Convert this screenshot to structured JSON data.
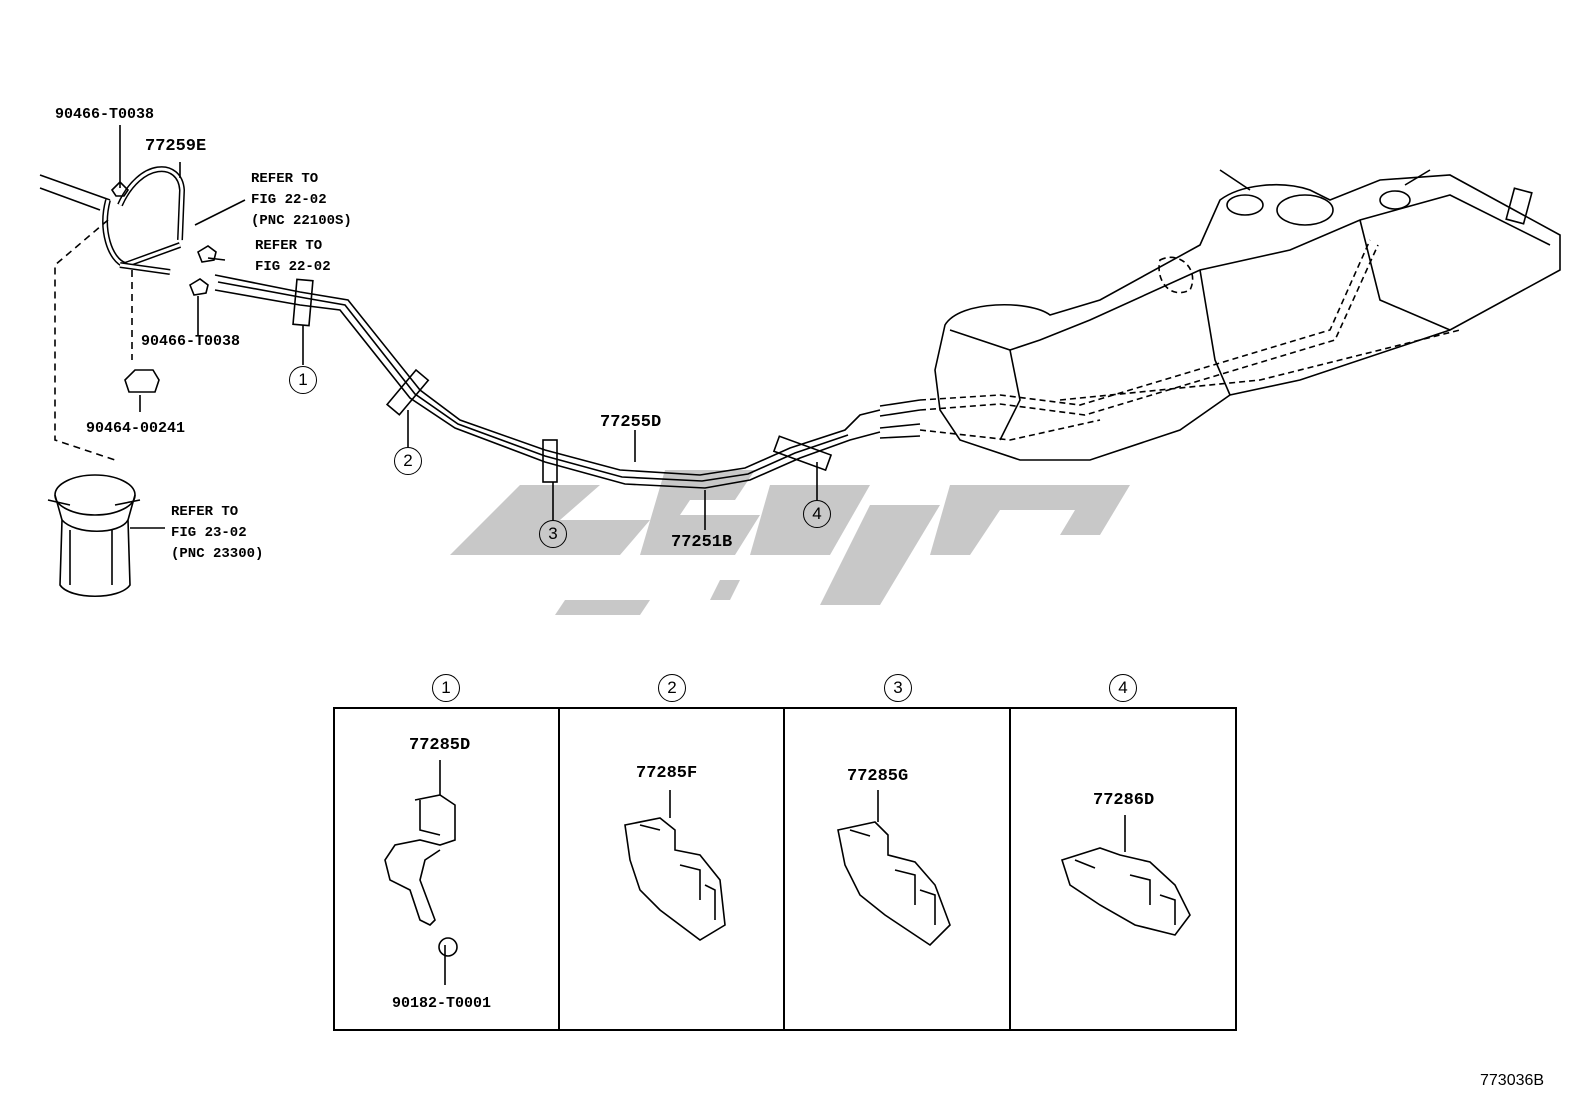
{
  "parts": {
    "p90466_top": "90466-T0038",
    "p77259E": "77259E",
    "ref1_line1": "REFER TO",
    "ref1_line2": "FIG 22-02",
    "ref1_line3": "(PNC 22100S)",
    "ref2_line1": "REFER TO",
    "ref2_line2": "FIG 22-02",
    "p90466_mid": "90466-T0038",
    "p90464": "90464-00241",
    "ref3_line1": "REFER TO",
    "ref3_line2": "FIG 23-02",
    "ref3_line3": "(PNC 23300)",
    "p77255D": "77255D",
    "p77251B": "77251B"
  },
  "callouts": [
    "1",
    "2",
    "3",
    "4"
  ],
  "detail_boxes": [
    {
      "callout": "1",
      "part": "77285D",
      "sub_part": "90182-T0001"
    },
    {
      "callout": "2",
      "part": "77285F"
    },
    {
      "callout": "3",
      "part": "77285G"
    },
    {
      "callout": "4",
      "part": "77286D"
    }
  ],
  "figure_code": "773036B",
  "colors": {
    "line": "#000000",
    "watermark": "#c8c8c8",
    "background": "#ffffff"
  }
}
